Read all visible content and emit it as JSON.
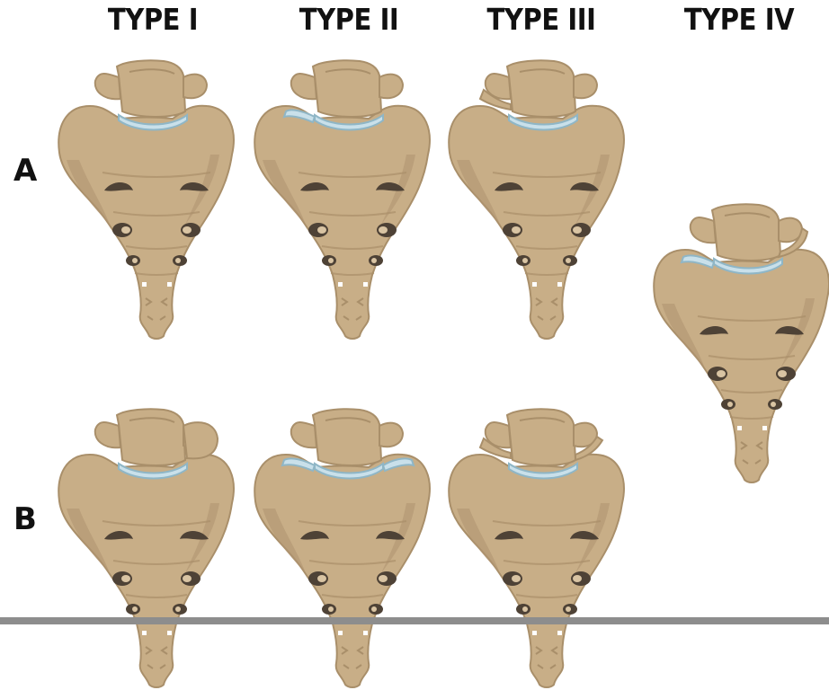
{
  "headers": {
    "type1": "TYPE I",
    "type2": "TYPE II",
    "type3": "TYPE III",
    "type4": "TYPE IV"
  },
  "rows": {
    "a": "A",
    "b": "B"
  },
  "colors": {
    "bone": "#c8ae87",
    "bone_shadow": "#a98f6a",
    "foramen": "#4e4236",
    "disc": "#c9e0ea",
    "disc_edge": "#8fb6c6"
  }
}
